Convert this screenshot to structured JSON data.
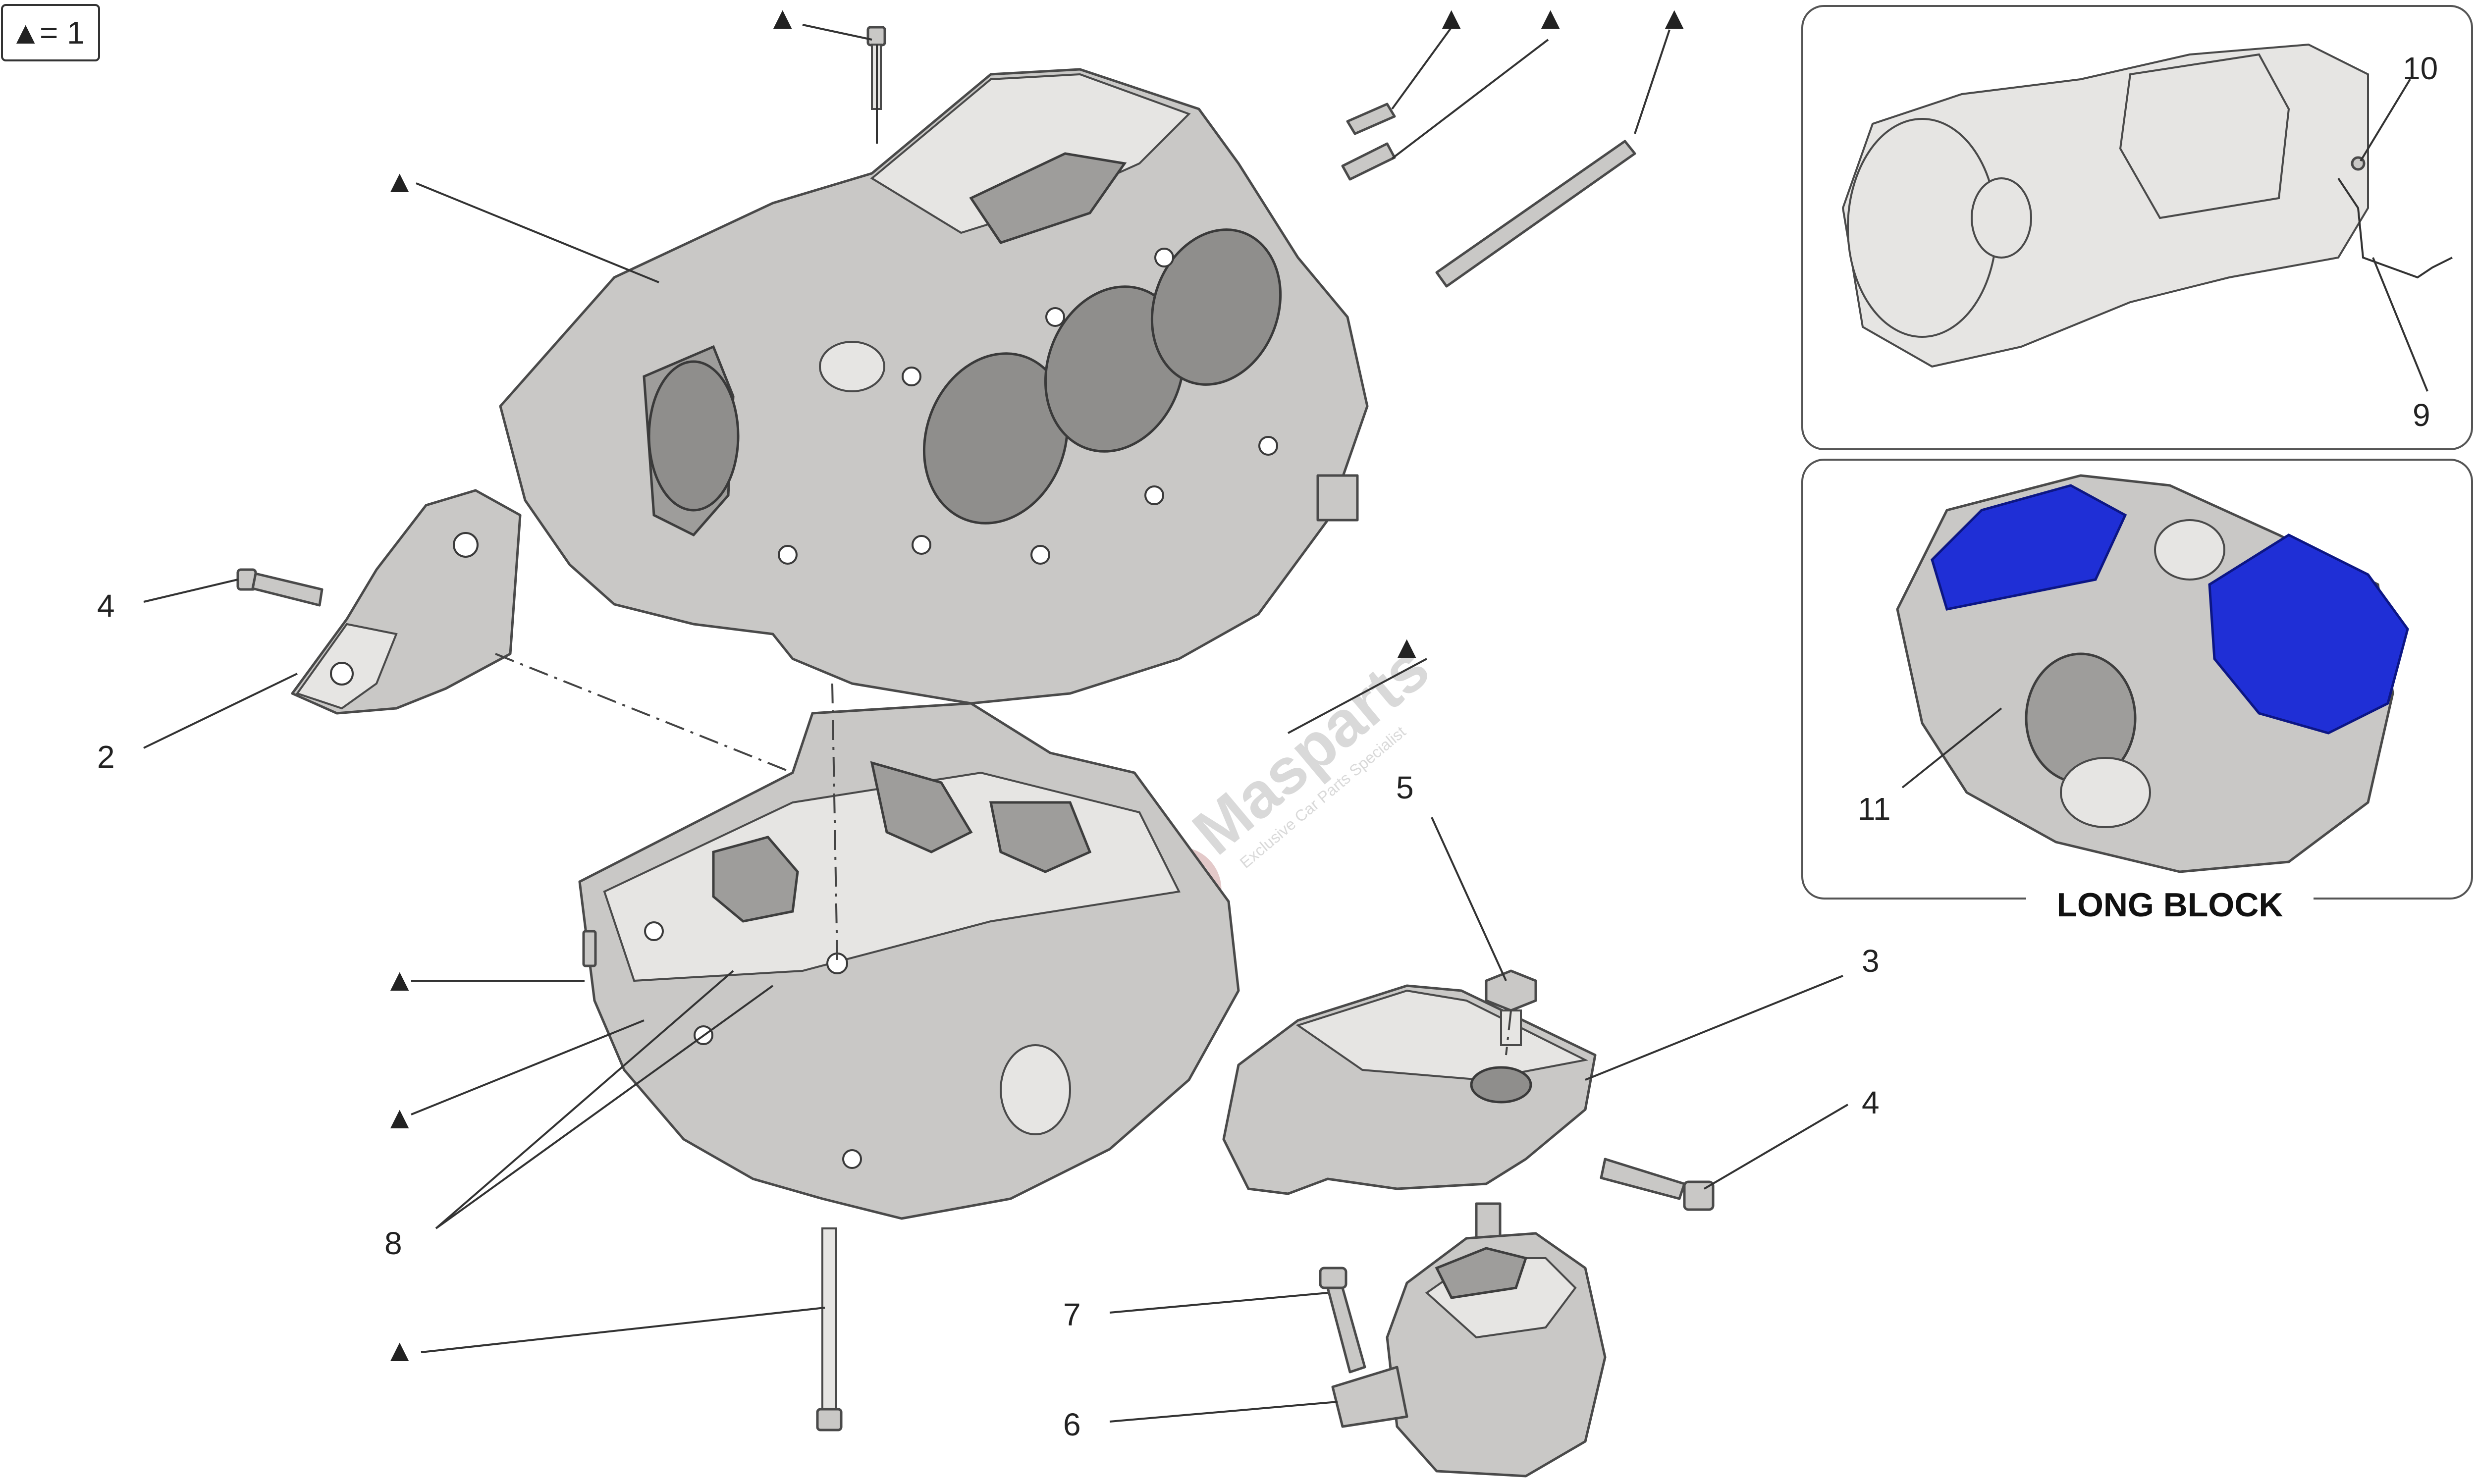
{
  "legend": {
    "symbol": "▲",
    "text": "= 1"
  },
  "triangle_marker": "▲",
  "callouts": {
    "n2": "2",
    "n3": "3",
    "n4a": "4",
    "n4b": "4",
    "n5": "5",
    "n6": "6",
    "n7": "7",
    "n8": "8",
    "n9": "9",
    "n10": "10",
    "n11": "11"
  },
  "inset_long_block": {
    "title": "LONG BLOCK"
  },
  "watermark": {
    "brand": "Masparts",
    "tagline": "Exclusive Car Parts Specialist"
  },
  "colors": {
    "part_gray": "#c9c8c6",
    "outline": "#4a4a4a",
    "highlight_blue": "#1f2fd6",
    "watermark": "#d9d9d9"
  },
  "icons": {
    "marker": "triangle-marker-icon",
    "watermark_logo": "masparts-logo-icon"
  }
}
